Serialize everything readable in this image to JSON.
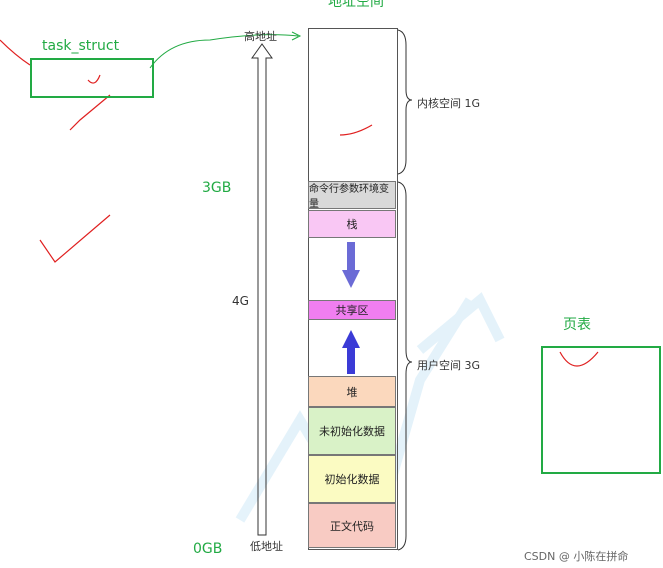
{
  "diagram": {
    "title": "地址空间",
    "task_struct_label": "task_struct",
    "high_address": "高地址",
    "low_address": "低地址",
    "gb3": "3GB",
    "g4": "4G",
    "gb0": "0GB",
    "segments": {
      "cmd_env": "命令行参数环境变量",
      "stack": "栈",
      "shared": "共享区",
      "heap": "堆",
      "bss": "未初始化数据",
      "data": "初始化数据",
      "text": "正文代码"
    },
    "kernel_space": "内核空间 1G",
    "user_space": "用户空间 3G",
    "page_table": "页表"
  },
  "watermark": "CSDN @ 小陈在拼命",
  "colors": {
    "green": "#22aa44",
    "cmd": "#d9d9d9",
    "stack": "#f9c7f4",
    "shared": "#f07ef0",
    "heap": "#fbd8bd",
    "bss": "#d9f2c7",
    "data": "#fbfbc2",
    "text": "#f8cbc3",
    "arrow": "#6b6bd6",
    "mark": "#e02020"
  }
}
